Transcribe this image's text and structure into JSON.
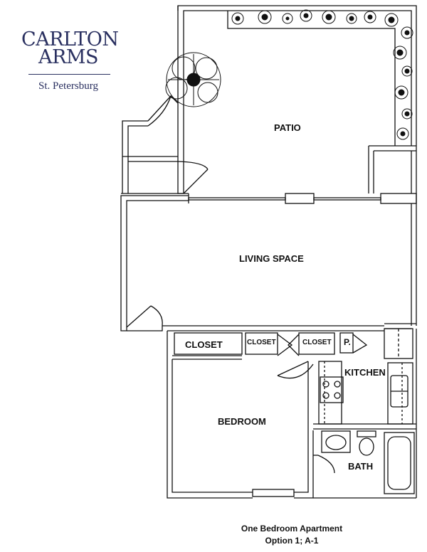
{
  "logo": {
    "line1": "CARLTON",
    "line2": "ARMS",
    "subtitle": "St. Petersburg"
  },
  "rooms": {
    "patio": "PATIO",
    "living": "LIVING SPACE",
    "closet_main": "CLOSET",
    "closet_mid": "CLOSET",
    "closet_right": "CLOSET",
    "pantry": "P.",
    "kitchen": "KITCHEN",
    "bedroom": "BEDROOM",
    "bath": "BATH"
  },
  "caption": {
    "line1": "One Bedroom Apartment",
    "line2": "Option 1; A-1"
  },
  "colors": {
    "brand": "#2a3060",
    "lines": "#111111"
  }
}
